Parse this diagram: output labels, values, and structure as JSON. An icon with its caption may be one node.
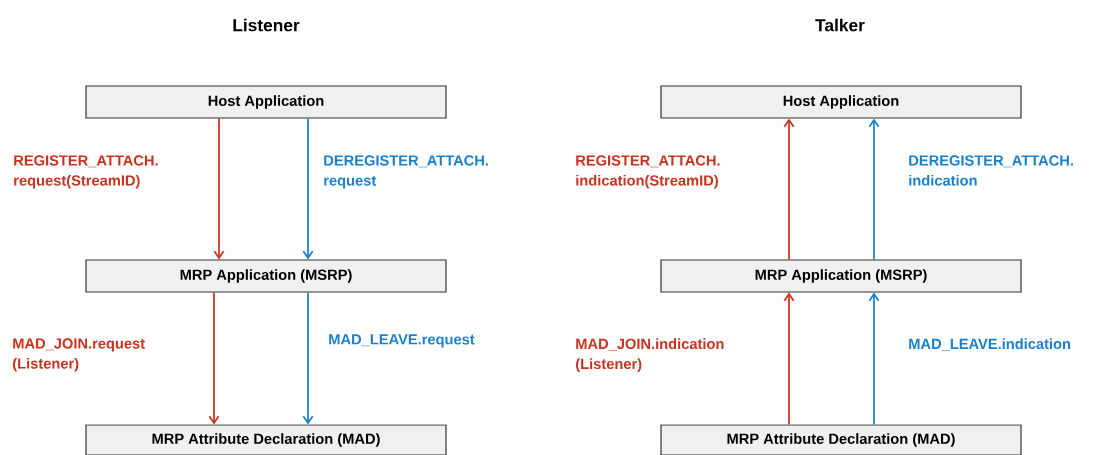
{
  "diagram": {
    "nodes": [
      {
        "text": [
          "Host Application"
        ]
      },
      {
        "text": [
          "MRP Application (MSRP)"
        ]
      },
      {
        "text": [
          "MRP Attribute Declaration (MAD)"
        ]
      },
      {
        "text": [
          "Host Application"
        ]
      },
      {
        "text": [
          "MRP Application (MSRP)"
        ]
      },
      {
        "text": [
          "MRP Attribute Declaration (MAD)"
        ]
      }
    ],
    "edges": [
      {
        "from": 0,
        "to": 1,
        "arrow": "to",
        "label": "REGISTER_ATTACH. request(StreamID)",
        "color": "#c8321e"
      },
      {
        "from": 0,
        "to": 1,
        "arrow": "to",
        "label": "DEREGISTER_ATTACH. request",
        "color": "#1a7fcc"
      },
      {
        "from": 1,
        "to": 2,
        "arrow": "to",
        "label": "MAD_JOIN.request (Listener)",
        "color": "#c8321e"
      },
      {
        "from": 1,
        "to": 2,
        "arrow": "to",
        "label": "MAD_LEAVE.request",
        "color": "#1a7fcc"
      },
      {
        "from": 4,
        "to": 3,
        "arrow": "to",
        "label": "REGISTER_ATTACH. indication(StreamID)",
        "color": "#c8321e"
      },
      {
        "from": 4,
        "to": 3,
        "arrow": "to",
        "label": "DEREGISTER_ATTACH. indication",
        "color": "#1a7fcc"
      },
      {
        "from": 5,
        "to": 4,
        "arrow": "to",
        "label": "MAD_JOIN.indication (Listener)",
        "color": "#c8321e"
      },
      {
        "from": 5,
        "to": 4,
        "arrow": "to",
        "label": "MAD_LEAVE.indication",
        "color": "#1a7fcc"
      }
    ],
    "labels": [
      "Listener",
      "Talker"
    ]
  }
}
